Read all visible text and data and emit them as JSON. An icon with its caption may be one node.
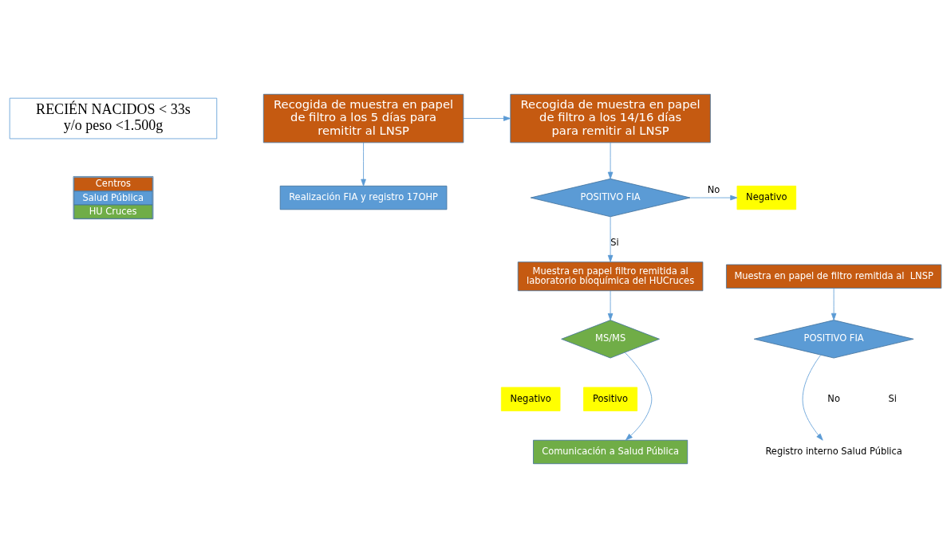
{
  "diagram": {
    "nodes": [
      {
        "text": [
          "RECIÉN NACIDOS < 33s y/o peso <1.500g"
        ]
      },
      {
        "text": [
          "Recogida de muestra en papel de filtro a los 5 días para remititr al LNSP"
        ]
      },
      {
        "text": [
          "Recogida de muestra en papel de filtro a los 14/16 días para remitir al LNSP"
        ]
      },
      {
        "text": [
          "Realización FIA y registro 17OHP"
        ]
      },
      {
        "text": [
          "POSITIVO FIA"
        ]
      },
      {
        "text": [
          "Negativo"
        ]
      },
      {
        "text": [
          "Muestra en papel filtro remitida al laboratorio bioquímica del HUCruces"
        ]
      },
      {
        "text": [
          "Muestra en papel de filtro remitida al  LNSP"
        ]
      },
      {
        "text": [
          "MS/MS"
        ]
      },
      {
        "text": [
          "POSITIVO FIA"
        ]
      },
      {
        "text": [
          "Negativo"
        ]
      },
      {
        "text": [
          "Positivo"
        ]
      },
      {
        "text": [
          "Comunicación a Salud Pública"
        ]
      },
      {
        "text": [
          "Registro interno Salud Pública"
        ]
      }
    ],
    "edges": [
      {
        "from": 1,
        "to": 2,
        "arrow": "to"
      },
      {
        "from": 1,
        "to": 3,
        "arrow": "to"
      },
      {
        "from": 2,
        "to": 4,
        "arrow": "to"
      },
      {
        "from": 4,
        "to": 5,
        "arrow": "to",
        "label": "No"
      },
      {
        "from": 4,
        "to": 6,
        "arrow": "to",
        "label": "Si"
      },
      {
        "from": 6,
        "to": 8,
        "arrow": "to"
      },
      {
        "from": 7,
        "to": 9,
        "arrow": "to"
      },
      {
        "from": 8,
        "to": 12,
        "arrow": "to"
      },
      {
        "from": 9,
        "to": 13,
        "arrow": "to"
      }
    ],
    "labels": [
      "No",
      "Si"
    ],
    "legend": [
      {
        "text": "Centros",
        "color": "#c55a11"
      },
      {
        "text": "Salud Pública",
        "color": "#5b9bd5"
      },
      {
        "text": "HU Cruces",
        "color": "#70ad47"
      }
    ]
  }
}
